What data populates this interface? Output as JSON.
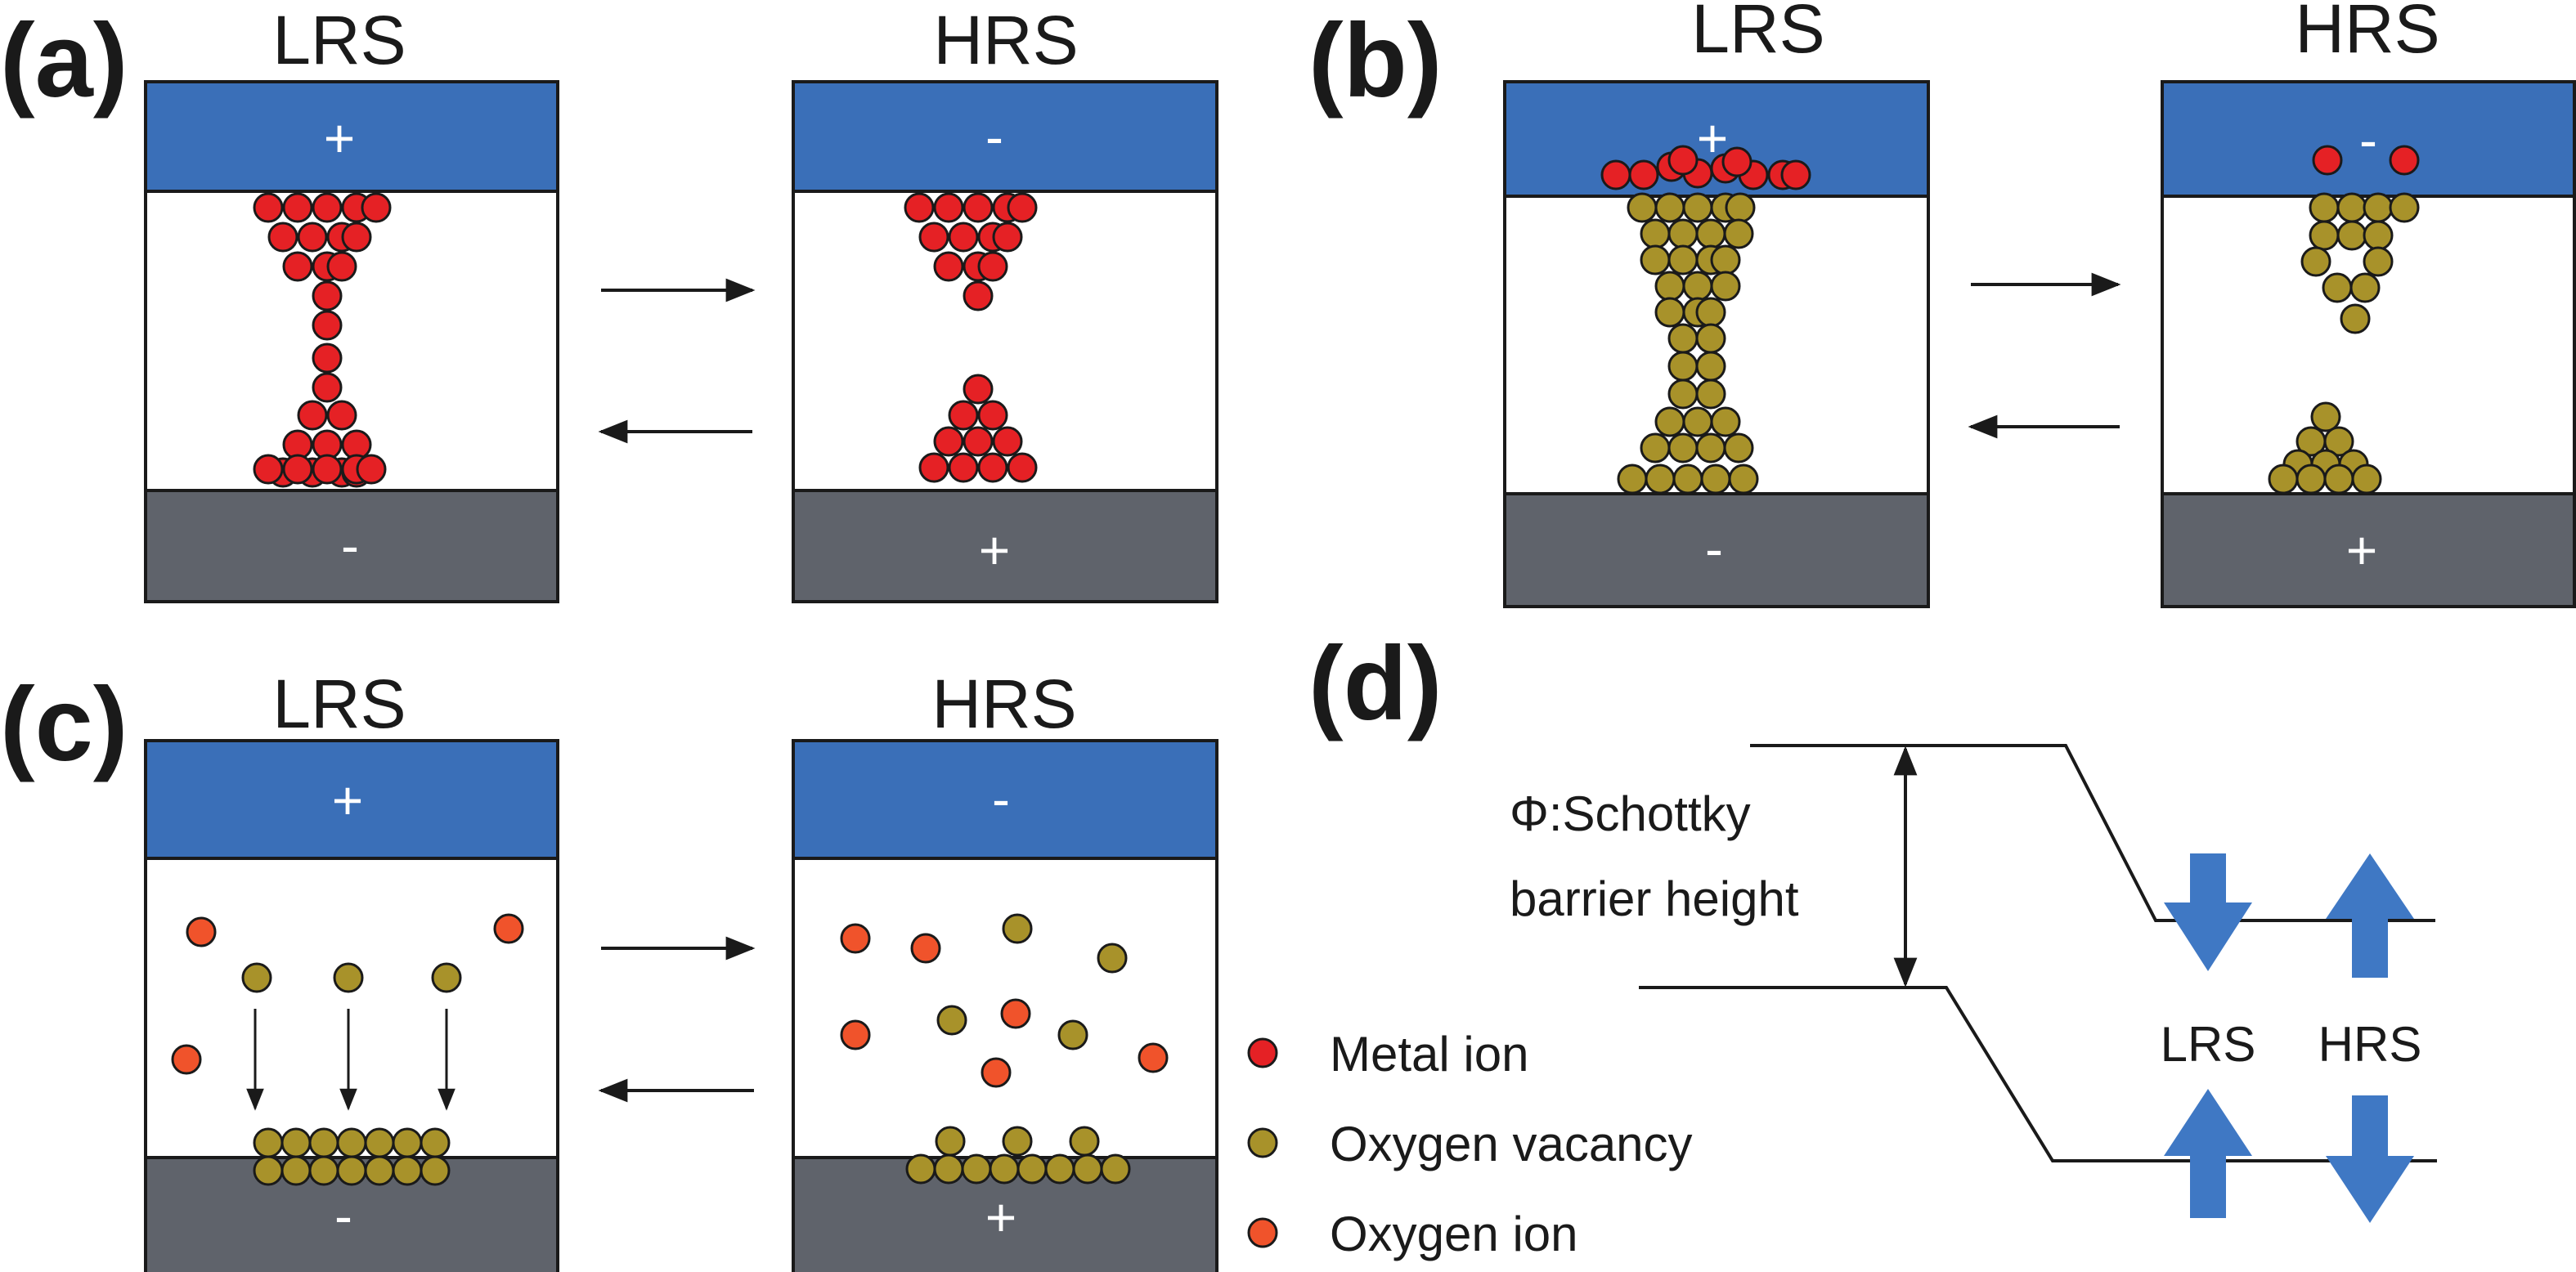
{
  "colors": {
    "top_electrode": "#3a6fb8",
    "bottom_electrode": "#5f636b",
    "metal_ion": "#e52125",
    "oxygen_vacancy": "#a8922a",
    "oxygen_ion": "#f0532b",
    "blue_arrow": "#3f78c4",
    "line": "#1a1a1a"
  },
  "panels": {
    "a": {
      "label": "(a)",
      "lrs": {
        "title": "LRS",
        "top_sign": "+",
        "bottom_sign": "-"
      },
      "hrs": {
        "title": "HRS",
        "top_sign": "-",
        "bottom_sign": "+"
      }
    },
    "b": {
      "label": "(b)",
      "lrs": {
        "title": "LRS",
        "top_sign": "+",
        "bottom_sign": "-"
      },
      "hrs": {
        "title": "HRS",
        "top_sign": "-",
        "bottom_sign": "+"
      }
    },
    "c": {
      "label": "(c)",
      "lrs": {
        "title": "LRS",
        "top_sign": "+",
        "bottom_sign": "-"
      },
      "hrs": {
        "title": "HRS",
        "top_sign": "-",
        "bottom_sign": "+"
      }
    },
    "d": {
      "label": "(d)",
      "phi_line1": "Φ:Schottky",
      "phi_line2": "barrier height",
      "lrs_label": "LRS",
      "hrs_label": "HRS"
    }
  },
  "legend": [
    {
      "label": "Metal ion",
      "color": "#e52125"
    },
    {
      "label": "Oxygen vacancy",
      "color": "#a8922a"
    },
    {
      "label": "Oxygen ion",
      "color": "#f0532b"
    }
  ]
}
